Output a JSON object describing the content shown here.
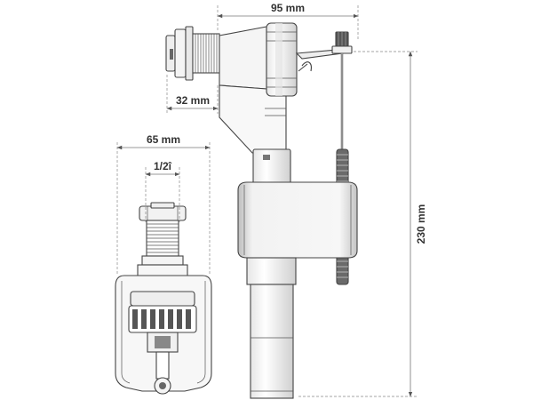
{
  "dimensions": {
    "width_top": "95 mm",
    "offset_left": "32 mm",
    "width_side": "65 mm",
    "thread": "1/2î",
    "height": "230 mm"
  },
  "colors": {
    "line": "#444444",
    "dimension": "#777777",
    "body_fill": "#f7f7f7",
    "shade_fill": "#d9d9d9",
    "dark_fill": "#5a5a5a"
  }
}
